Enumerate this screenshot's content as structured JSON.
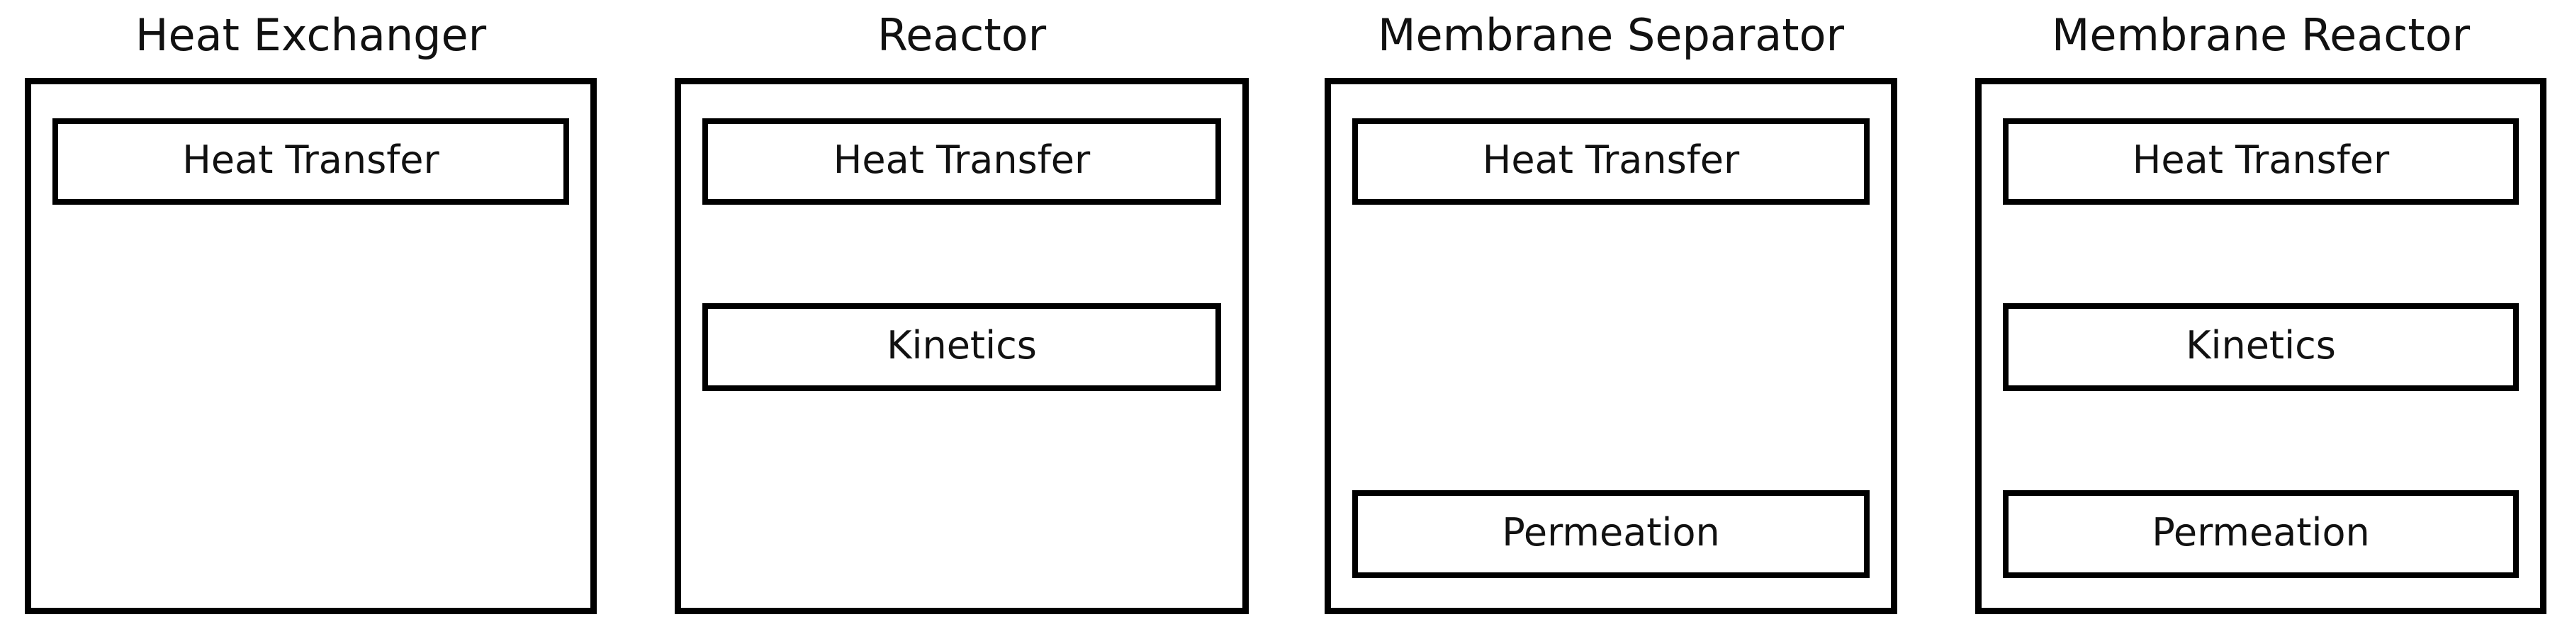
{
  "diagram": {
    "type": "block-diagram",
    "background_color": "#ffffff",
    "line_color": "#000000",
    "text_color": "#111111",
    "panels": [
      {
        "title": "Heat Exchanger",
        "modules": [
          {
            "label": "Heat Transfer",
            "slot": "top"
          }
        ]
      },
      {
        "title": "Reactor",
        "modules": [
          {
            "label": "Heat Transfer",
            "slot": "top"
          },
          {
            "label": "Kinetics",
            "slot": "middle"
          }
        ]
      },
      {
        "title": "Membrane Separator",
        "modules": [
          {
            "label": "Heat Transfer",
            "slot": "top"
          },
          {
            "label": "Permeation",
            "slot": "bottom"
          }
        ]
      },
      {
        "title": "Membrane Reactor",
        "modules": [
          {
            "label": "Heat Transfer",
            "slot": "top"
          },
          {
            "label": "Kinetics",
            "slot": "middle"
          },
          {
            "label": "Permeation",
            "slot": "bottom"
          }
        ]
      }
    ]
  }
}
